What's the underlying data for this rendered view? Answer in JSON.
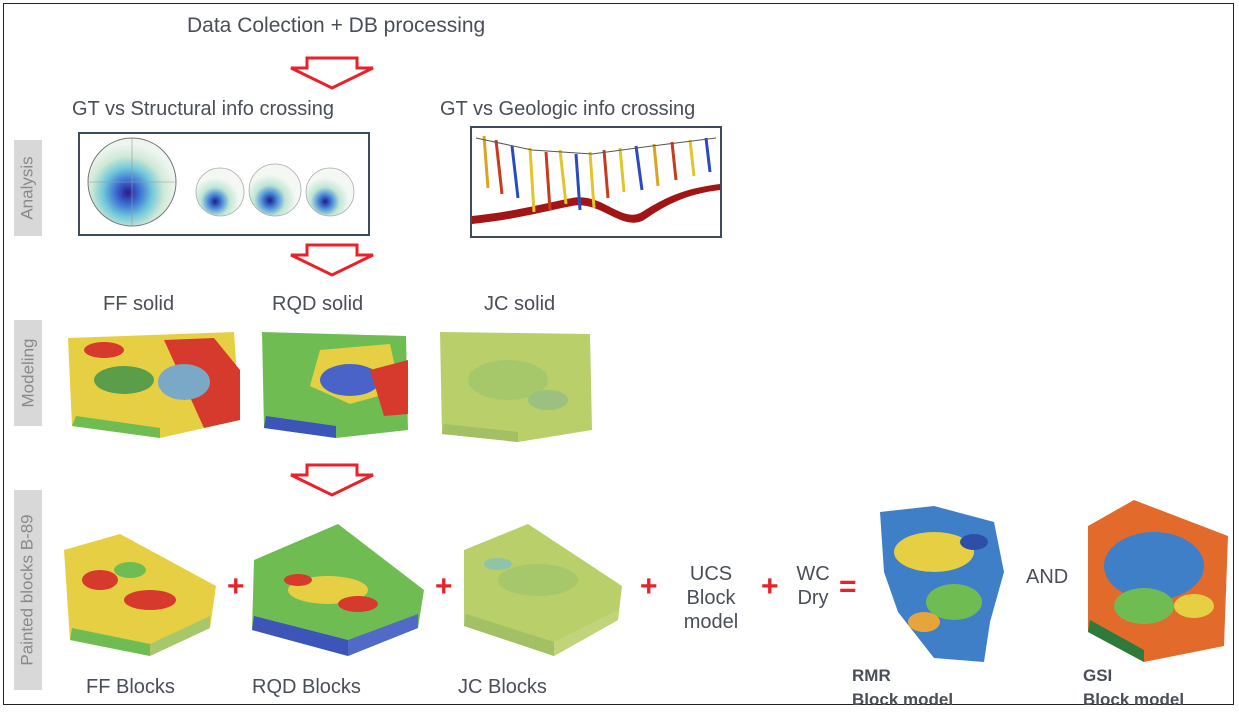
{
  "header": {
    "title": "Data Colection + DB processing"
  },
  "side_labels": {
    "analysis": "Analysis",
    "modeling": "Modeling",
    "painted": "Painted blocks B-89"
  },
  "analysis": {
    "structural": "GT vs Structural  info crossing",
    "geologic": "GT vs Geologic  info crossing"
  },
  "modeling": {
    "ff": "FF solid",
    "rqd": "RQD solid",
    "jc": "JC solid"
  },
  "blocks": {
    "ff": "FF Blocks",
    "rqd": "RQD  Blocks",
    "jc": "JC Blocks",
    "ucs": [
      "UCS",
      "Block",
      "model"
    ],
    "wc": [
      "WC",
      "Dry"
    ],
    "and": "AND",
    "rmr": [
      "RMR",
      "Block model"
    ],
    "gsi": [
      "GSI",
      "Block model"
    ],
    "plus": "+",
    "equals": "="
  },
  "colors": {
    "arrow": "#e8212a",
    "frame": "#3d4b5c",
    "side_bg": "#d8d8d8"
  }
}
